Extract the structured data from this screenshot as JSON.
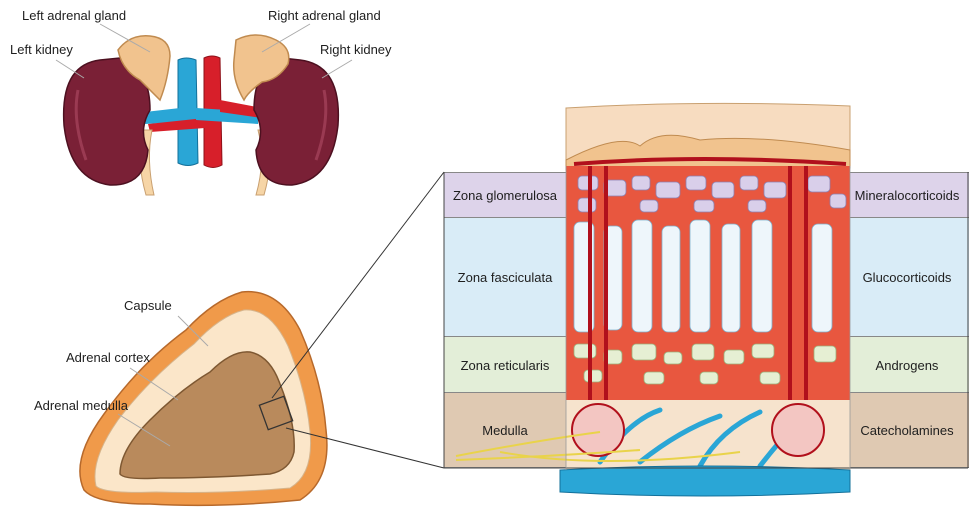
{
  "kidney_labels": {
    "left_adrenal_gland": "Left adrenal gland",
    "right_adrenal_gland": "Right adrenal gland",
    "left_kidney": "Left kidney",
    "right_kidney": "Right kidney"
  },
  "gland_labels": {
    "capsule": "Capsule",
    "adrenal_cortex": "Adrenal cortex",
    "adrenal_medulla": "Adrenal medulla"
  },
  "zones": [
    {
      "zone": "Zona glomerulosa",
      "hormone": "Mineralocorticoids",
      "color": "#ddd3ea"
    },
    {
      "zone": "Zona fasciculata",
      "hormone": "Glucocorticoids",
      "color": "#d9ecf7"
    },
    {
      "zone": "Zona reticularis",
      "hormone": "Androgens",
      "color": "#e3eed8"
    },
    {
      "zone": "Medulla",
      "hormone": "Catecholamines",
      "color": "#dfc9b2"
    }
  ],
  "colors": {
    "kidney": "#7a2036",
    "adrenal": "#f1c38e",
    "artery": "#d71f2a",
    "vein": "#2aa6d6",
    "cortex_tissue": "#e8573f",
    "medulla_inner": "#b98a5c"
  }
}
